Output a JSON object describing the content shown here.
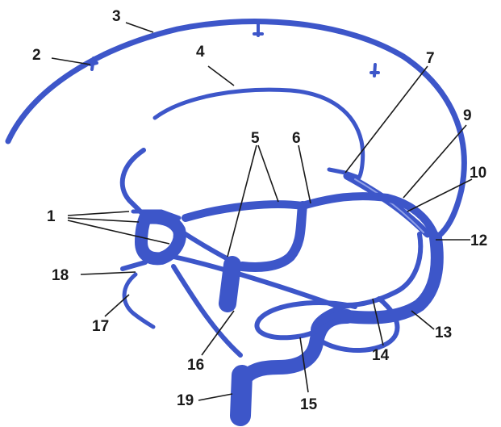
{
  "colors": {
    "vein": "#3d56c9",
    "vein_dark": "#2a3fa8",
    "vein_highlight": "#8fa0e8",
    "label": "#1a1a1a",
    "background": "#ffffff"
  },
  "labels": [
    "1",
    "2",
    "3",
    "4",
    "5",
    "6",
    "7",
    "9",
    "10",
    "12",
    "13",
    "14",
    "15",
    "16",
    "17",
    "18",
    "19"
  ]
}
